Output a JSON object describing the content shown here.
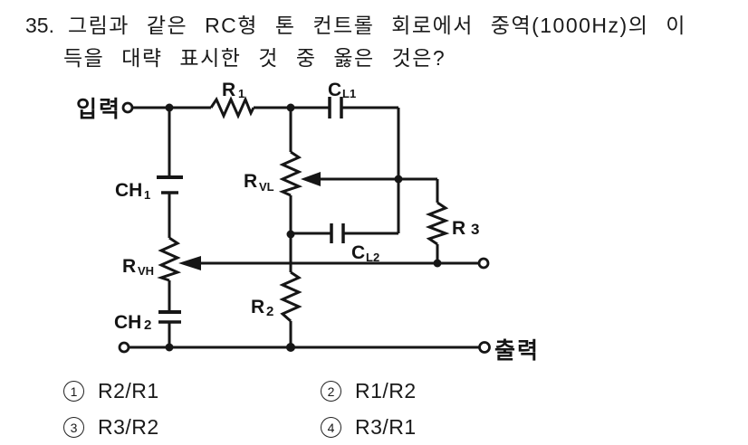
{
  "question": {
    "number": "35.",
    "line1": "그림과 같은 RC형 톤 컨트롤 회로에서 중역(1000Hz)의 이",
    "line2": "득을 대략 표시한 것 중 옳은 것은?"
  },
  "circuit": {
    "input_label": "입력",
    "output_label": "출력",
    "labels": {
      "r1": {
        "main": "R",
        "sub": "1"
      },
      "cl1": {
        "main": "C",
        "sub": "L1"
      },
      "rvl": {
        "main": "R",
        "sub": "VL"
      },
      "ch1": {
        "main": "CH",
        "sub": "1"
      },
      "cl2": {
        "main": "C",
        "sub": "L2"
      },
      "r3": {
        "main": "R",
        "sub": "3"
      },
      "rvh": {
        "main": "R",
        "sub": "VH"
      },
      "r2": {
        "main": "R",
        "sub": "2"
      },
      "ch2": {
        "main": "CH",
        "sub": "2"
      }
    }
  },
  "options": [
    {
      "number": "1",
      "label": "R2/R1"
    },
    {
      "number": "2",
      "label": "R1/R2"
    },
    {
      "number": "3",
      "label": "R3/R2"
    },
    {
      "number": "4",
      "label": "R3/R1"
    }
  ],
  "colors": {
    "ink": "#1a1a1a",
    "paper": "#ffffff"
  }
}
